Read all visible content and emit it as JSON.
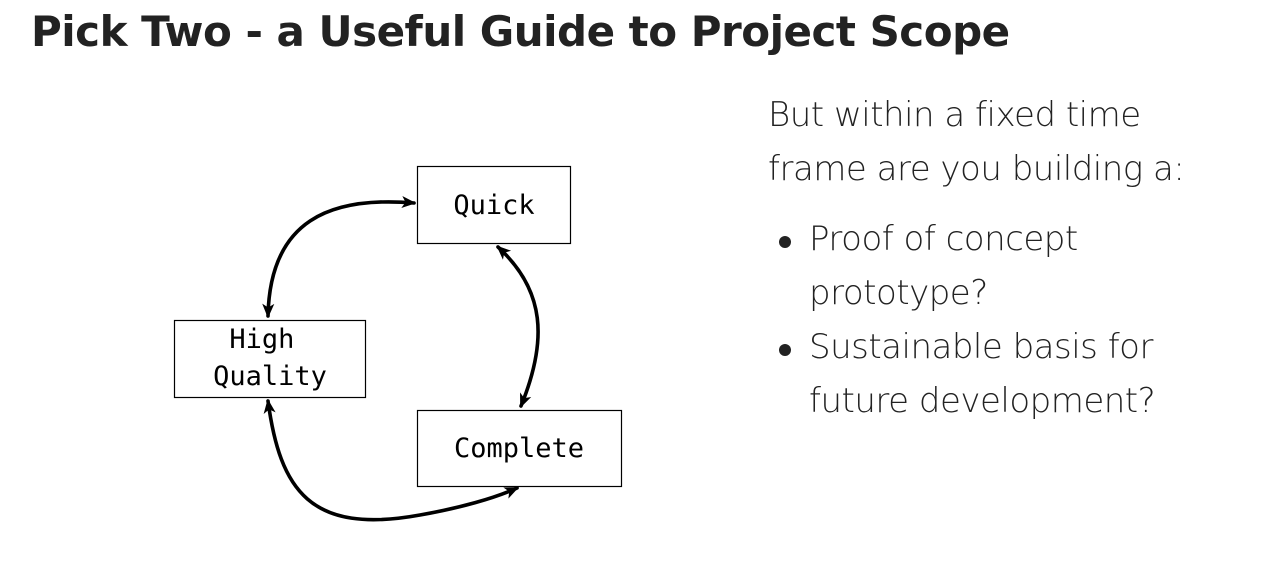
{
  "title": "Pick Two - a Useful Guide to Project Scope",
  "diagram": {
    "nodes": {
      "quick": "Quick",
      "high_quality_line1": "High",
      "high_quality_line2": "Quality",
      "complete": "Complete"
    },
    "edges": [
      {
        "from": "Quick",
        "to": "High Quality",
        "bidirectional": true
      },
      {
        "from": "Quick",
        "to": "Complete",
        "bidirectional": true
      },
      {
        "from": "High Quality",
        "to": "Complete",
        "bidirectional": true
      }
    ]
  },
  "side_panel": {
    "intro": "But within a fixed time frame are you building a:",
    "bullets": [
      "Proof of concept prototype?",
      "Sustainable basis for future development?"
    ]
  }
}
